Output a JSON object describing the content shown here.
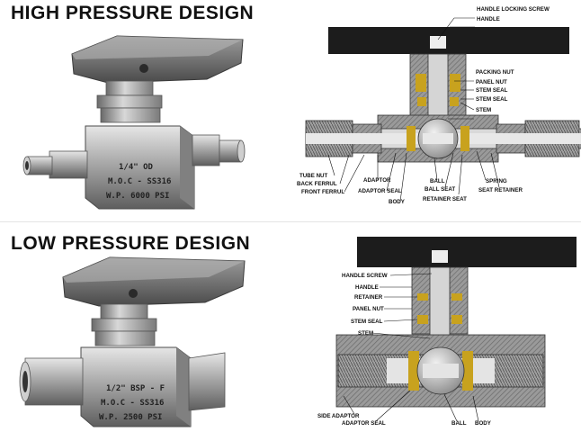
{
  "sections": {
    "high": {
      "title": "HIGH PRESSURE DESIGN",
      "stamp": [
        "1/4\" OD",
        "M.O.C - SS316",
        "W.P. 6000 PSI"
      ],
      "labels": {
        "handle_locking_screw": "HANDLE LOCKING SCREW",
        "handle": "HANDLE",
        "packing_nut": "PACKING NUT",
        "panel_nut": "PANEL NUT",
        "stem_seal": "STEM SEAL",
        "stem_seal_2": "STEM SEAL",
        "stem": "STEM",
        "tube_nut": "TUBE NUT",
        "back_ferrul": "BACK FERRUL",
        "front_ferrul": "FRONT FERRUL",
        "adaptor": "ADAPTOR",
        "adaptor_seal": "ADAPTOR SEAL",
        "body": "BODY",
        "ball": "BALL",
        "ball_seat": "BALL SEAT",
        "retainer_seat": "RETAINER SEAT",
        "spring": "SPRING",
        "seat_retainer": "SEAT RETAINER"
      }
    },
    "low": {
      "title": "LOW PRESSURE DESIGN",
      "stamp": [
        "1/2\" BSP - F",
        "M.O.C - SS316",
        "W.P. 2500 PSI"
      ],
      "labels": {
        "handle_screw": "HANDLE SCREW",
        "handle": "HANDLE",
        "retainer": "RETAINER",
        "panel_nut": "PANEL NUT",
        "stem_seal": "STEM SEAL",
        "stem": "STEM",
        "side_adaptor": "SIDE ADAPTOR",
        "adaptor_seal": "ADAPTOR SEAL",
        "ball": "BALL",
        "body": "BODY"
      }
    }
  },
  "colors": {
    "handle": "#1c1c1c",
    "steel_dark": "#5a5a5a",
    "steel_mid": "#9a9a9a",
    "steel_light": "#cfcfcf",
    "seal": "#c8a21e",
    "ball": "#b5b5b5"
  }
}
